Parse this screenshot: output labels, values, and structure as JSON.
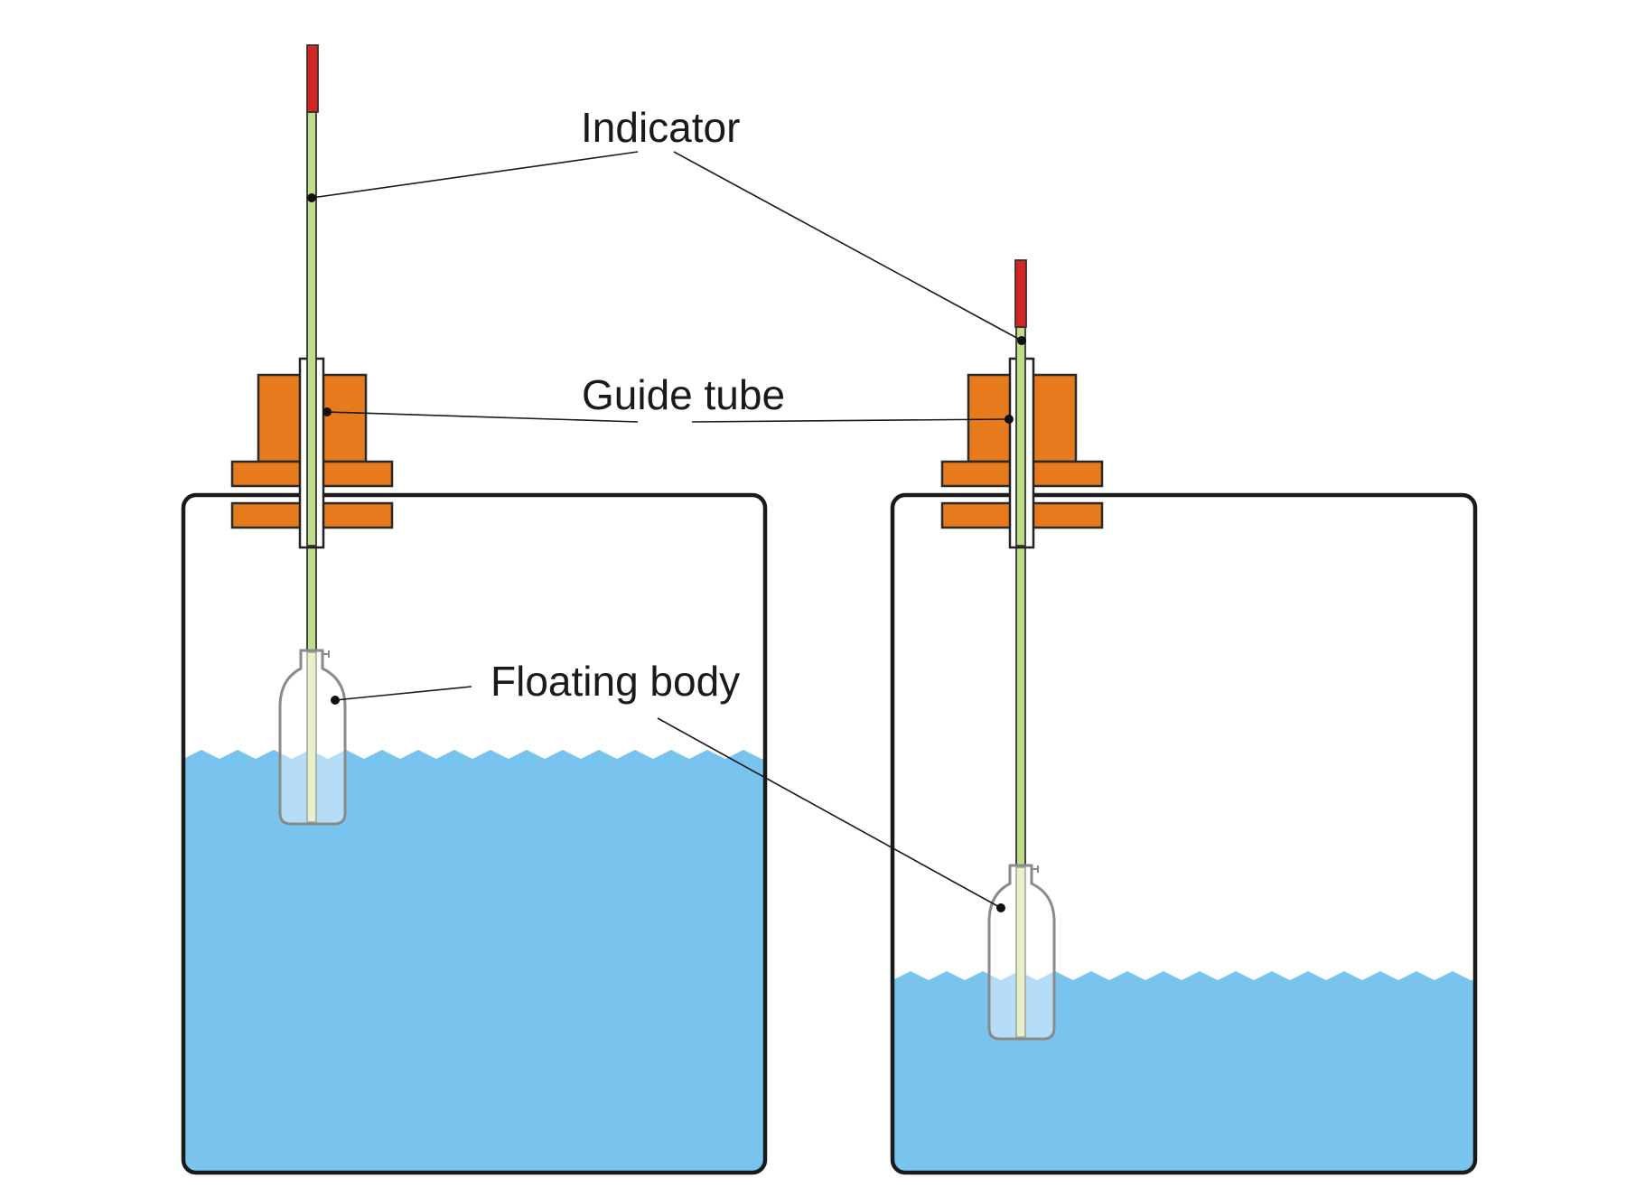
{
  "labels": {
    "indicator": "Indicator",
    "guide_tube": "Guide tube",
    "floating_body": "Floating body"
  },
  "tanks": [
    {
      "id": "left",
      "water_level": "high"
    },
    {
      "id": "right",
      "water_level": "low"
    }
  ],
  "colors": {
    "water": "#78c4ee",
    "flange": "#e67a1c",
    "indicator_rod": "#bfdc88",
    "indicator_tip": "#d42424",
    "outline": "#1a1a1a"
  }
}
